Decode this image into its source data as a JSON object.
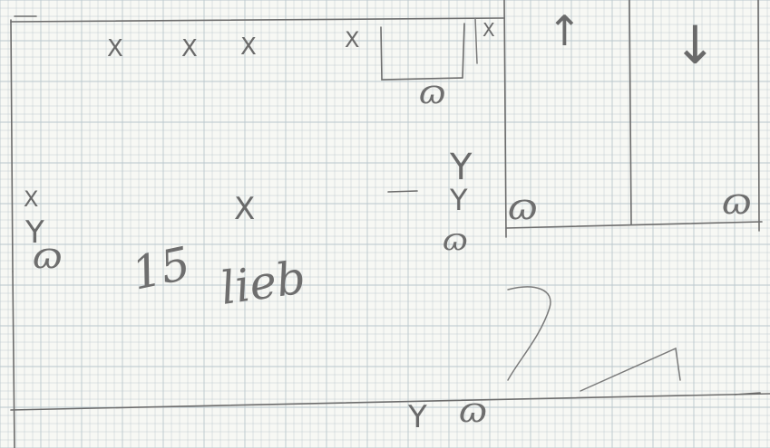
{
  "sheet": {
    "paper_color": "#f7f8f4",
    "grid_color": "#b9c6cc",
    "pencil_color": "#6a6a6a"
  },
  "annotations": {
    "handwritten_note": "lieb",
    "handwritten_number": "15"
  },
  "symbols": {
    "cross": "X",
    "fork": "Y",
    "wave": "ɷ",
    "arrow_up": "↑",
    "arrow_down": "↓"
  }
}
